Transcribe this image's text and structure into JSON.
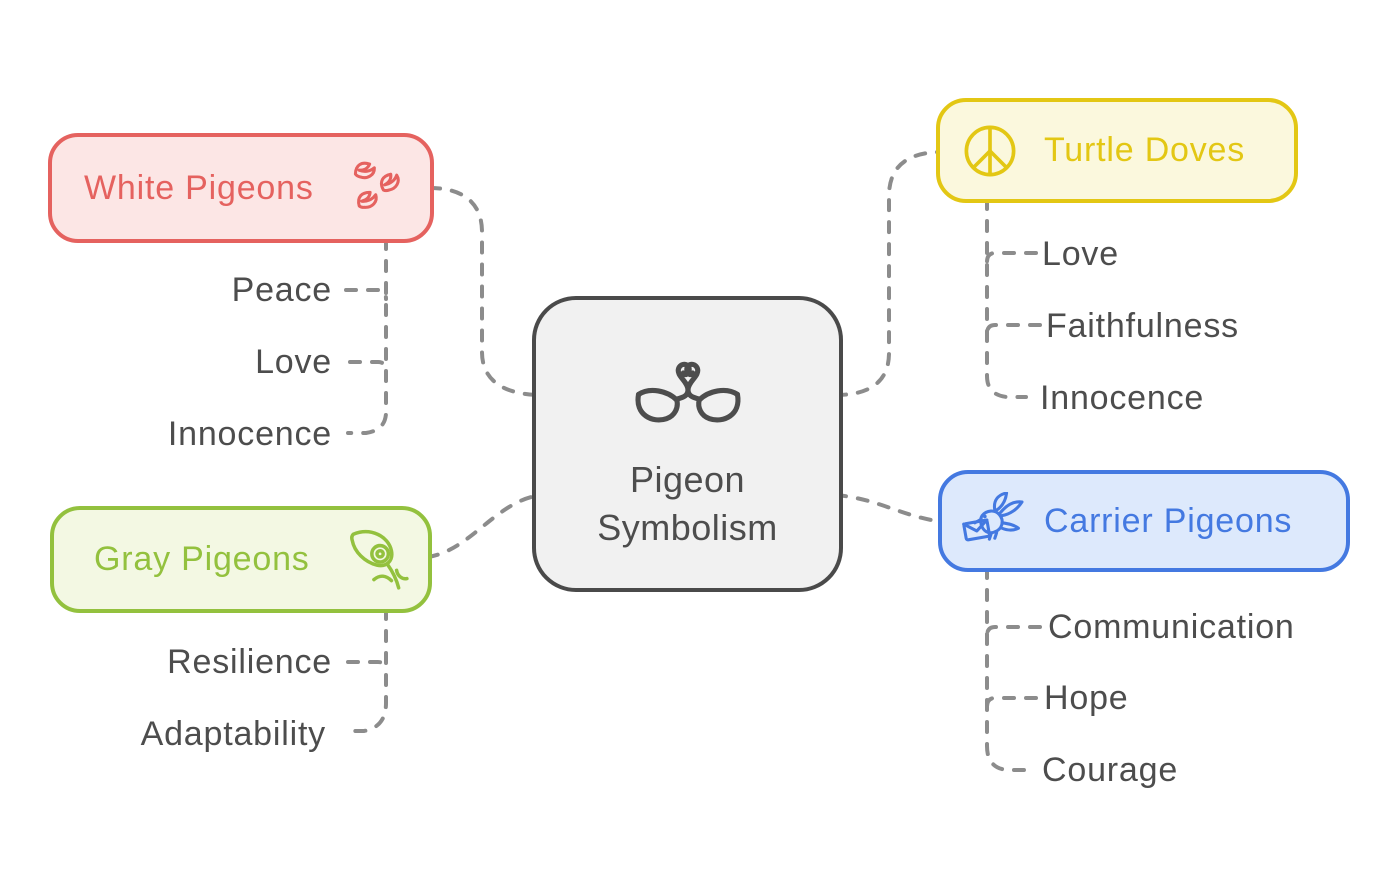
{
  "diagram": {
    "type": "mindmap",
    "root": {
      "label": "Pigeon Symbolism",
      "label_lines": [
        "Pigeon",
        "Symbolism"
      ],
      "icon": "swans-heart-icon"
    },
    "branches": [
      {
        "label": "White Pigeons",
        "icon": "three-doves-icon",
        "position": "top-left",
        "children": [
          "Peace",
          "Love",
          "Innocence"
        ]
      },
      {
        "label": "Gray Pigeons",
        "icon": "feather-icon",
        "position": "bottom-left",
        "children": [
          "Resilience",
          "Adaptability"
        ]
      },
      {
        "label": "Turtle Doves",
        "icon": "peace-sign-icon",
        "position": "top-right",
        "children": [
          "Love",
          "Faithfulness",
          "Innocence"
        ]
      },
      {
        "label": "Carrier Pigeons",
        "icon": "carrier-pigeon-envelope-icon",
        "position": "bottom-right",
        "children": [
          "Communication",
          "Hope",
          "Courage"
        ]
      }
    ],
    "palette": {
      "connector": "#8c8c8c",
      "root-border": "#4a4a4a",
      "root-fill": "#f1f1f1",
      "root-text": "#4d4d4d",
      "child-text": "#4d4d4d",
      "red-border": "#e5625f",
      "red-fill": "#fce6e5",
      "green-border": "#93c13e",
      "green-fill": "#f3f8e3",
      "yellow-border": "#e3c714",
      "yellow-fill": "#fbf8dd",
      "blue-border": "#4479e1",
      "blue-fill": "#dde9fc"
    }
  }
}
